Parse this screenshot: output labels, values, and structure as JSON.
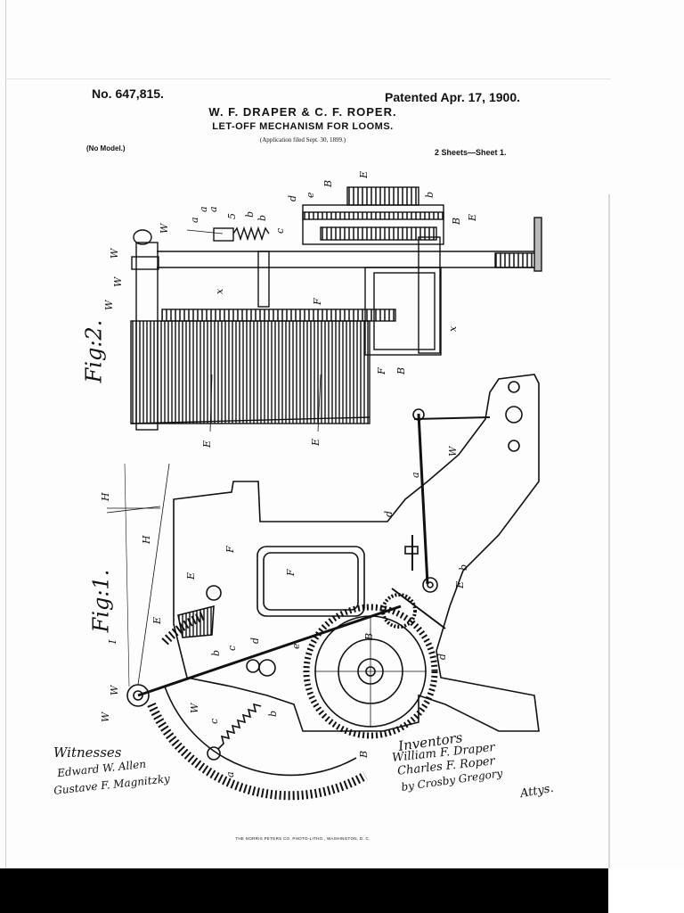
{
  "header": {
    "patent_number": "No. 647,815.",
    "patent_date": "Patented Apr. 17, 1900.",
    "inventors": "W. F. DRAPER & C. F. ROPER.",
    "title": "LET-OFF MECHANISM FOR LOOMS.",
    "filed": "(Application filed Sept. 30, 1899.)",
    "model": "(No Model.)",
    "sheets": "2 Sheets—Sheet 1."
  },
  "figures": {
    "fig1_label": "Fig:1.",
    "fig2_label": "Fig:2."
  },
  "signatures": {
    "witnesses_heading": "Witnesses",
    "witness_1": "Edward W. Allen",
    "witness_2": "Gustave F. Magnitzky",
    "inventors_heading": "Inventors",
    "inventor_1": "William F. Draper",
    "inventor_2": "Charles F. Roper",
    "attorney": "by Crosby Gregory",
    "attys": "Attys."
  },
  "footer": "THE NORRIS PETERS CO. PHOTO-LITHO., WASHINGTON, D. C.",
  "fig2_labels": [
    "W",
    "W",
    "W",
    "W",
    "a",
    "a",
    "a",
    "5",
    "b",
    "b",
    "c",
    "d",
    "e",
    "B",
    "b",
    "E",
    "B",
    "E",
    "x",
    "x",
    "F",
    "F",
    "B",
    "E",
    "E",
    "W"
  ],
  "fig1_labels": [
    "H",
    "H",
    "F",
    "E",
    "E",
    "W",
    "W",
    "W",
    "I",
    "b",
    "c",
    "d",
    "e",
    "B",
    "F",
    "d",
    "a",
    "b",
    "E",
    "d",
    "B",
    "b",
    "c",
    "a"
  ]
}
